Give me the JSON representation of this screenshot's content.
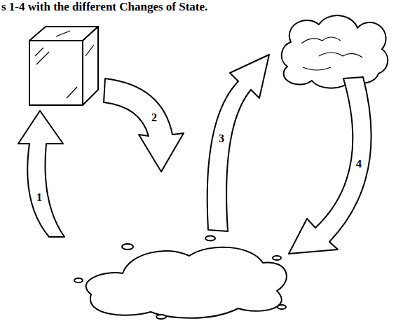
{
  "diagram": {
    "title": "s 1-4 with the different Changes of State.",
    "labels": [
      "1",
      "2",
      "3",
      "4"
    ]
  }
}
